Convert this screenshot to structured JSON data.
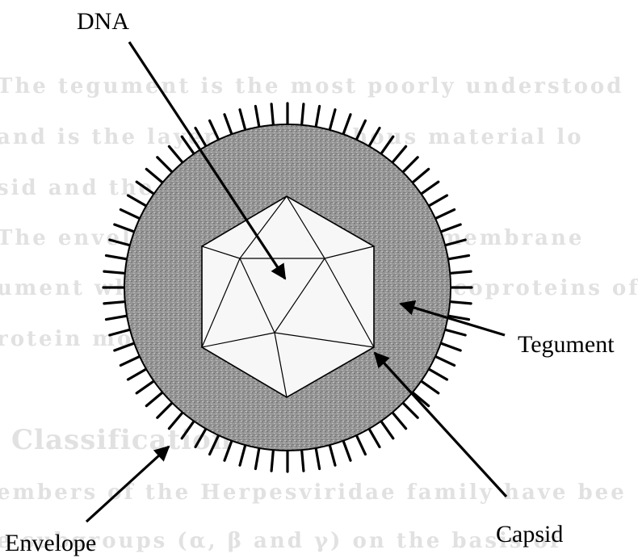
{
  "labels": {
    "dna": "DNA",
    "tegument": "Tegument",
    "capsid": "Capsid",
    "envelope": "Envelope"
  },
  "bleed_through": {
    "line1": "The tegument is the most poorly understood",
    "line2": "and is the layer of amorphous material lo",
    "line3": "sid and the",
    "line4": "The envelope, the bilayer lipid membrane",
    "line5": "ument which is studded with glycoproteins of vi",
    "line6": "rotein mol",
    "heading": "Classification",
    "line7": "embers of the Herpesviridae family have bee",
    "line8": "e subgroups (α, β and γ) on the basis of"
  },
  "colors": {
    "ink": "#000000",
    "tegument_fill": "#8f8f8f",
    "capsid_fill": "#f7f7f7",
    "bleed_text": "#c9c9c9"
  }
}
